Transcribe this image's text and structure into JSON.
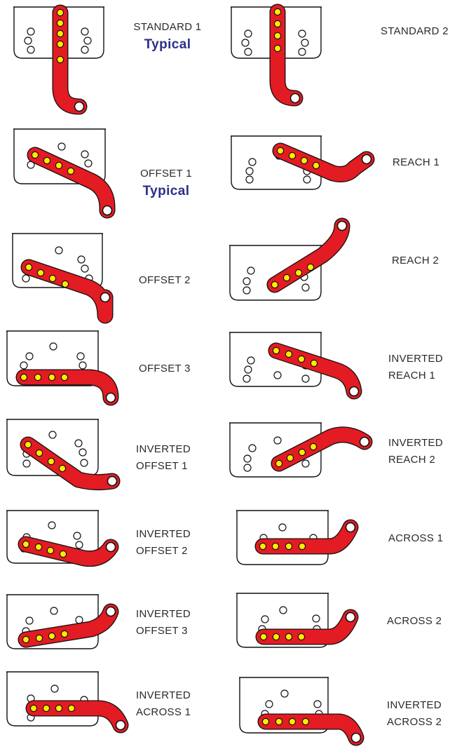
{
  "colors": {
    "bracket": "#e31b23",
    "screw": "#ffeb00",
    "outline": "#111111",
    "typical_text": "#2b2f86",
    "label_text": "#2a2a2a"
  },
  "configurations": [
    {
      "id": "standard-1",
      "lines": [
        "STANDARD 1"
      ],
      "note": "Typical"
    },
    {
      "id": "standard-2",
      "lines": [
        "STANDARD 2"
      ]
    },
    {
      "id": "offset-1",
      "lines": [
        "OFFSET 1"
      ],
      "note": "Typical"
    },
    {
      "id": "reach-1",
      "lines": [
        "REACH 1"
      ]
    },
    {
      "id": "offset-2",
      "lines": [
        "OFFSET 2"
      ]
    },
    {
      "id": "reach-2",
      "lines": [
        "REACH 2"
      ]
    },
    {
      "id": "offset-3",
      "lines": [
        "OFFSET 3"
      ]
    },
    {
      "id": "inverted-reach-1",
      "lines": [
        "INVERTED",
        "REACH 1"
      ]
    },
    {
      "id": "inverted-offset-1",
      "lines": [
        "INVERTED",
        "OFFSET 1"
      ]
    },
    {
      "id": "inverted-reach-2",
      "lines": [
        "INVERTED",
        "REACH 2"
      ]
    },
    {
      "id": "inverted-offset-2",
      "lines": [
        "INVERTED",
        "OFFSET 2"
      ]
    },
    {
      "id": "across-1",
      "lines": [
        "ACROSS  1"
      ]
    },
    {
      "id": "inverted-offset-3",
      "lines": [
        "INVERTED",
        "OFFSET 3"
      ]
    },
    {
      "id": "across-2",
      "lines": [
        "ACROSS  2"
      ]
    },
    {
      "id": "inverted-across-1",
      "lines": [
        "INVERTED",
        "ACROSS  1"
      ]
    },
    {
      "id": "inverted-across-2",
      "lines": [
        "INVERTED",
        "ACROSS  2"
      ]
    }
  ]
}
